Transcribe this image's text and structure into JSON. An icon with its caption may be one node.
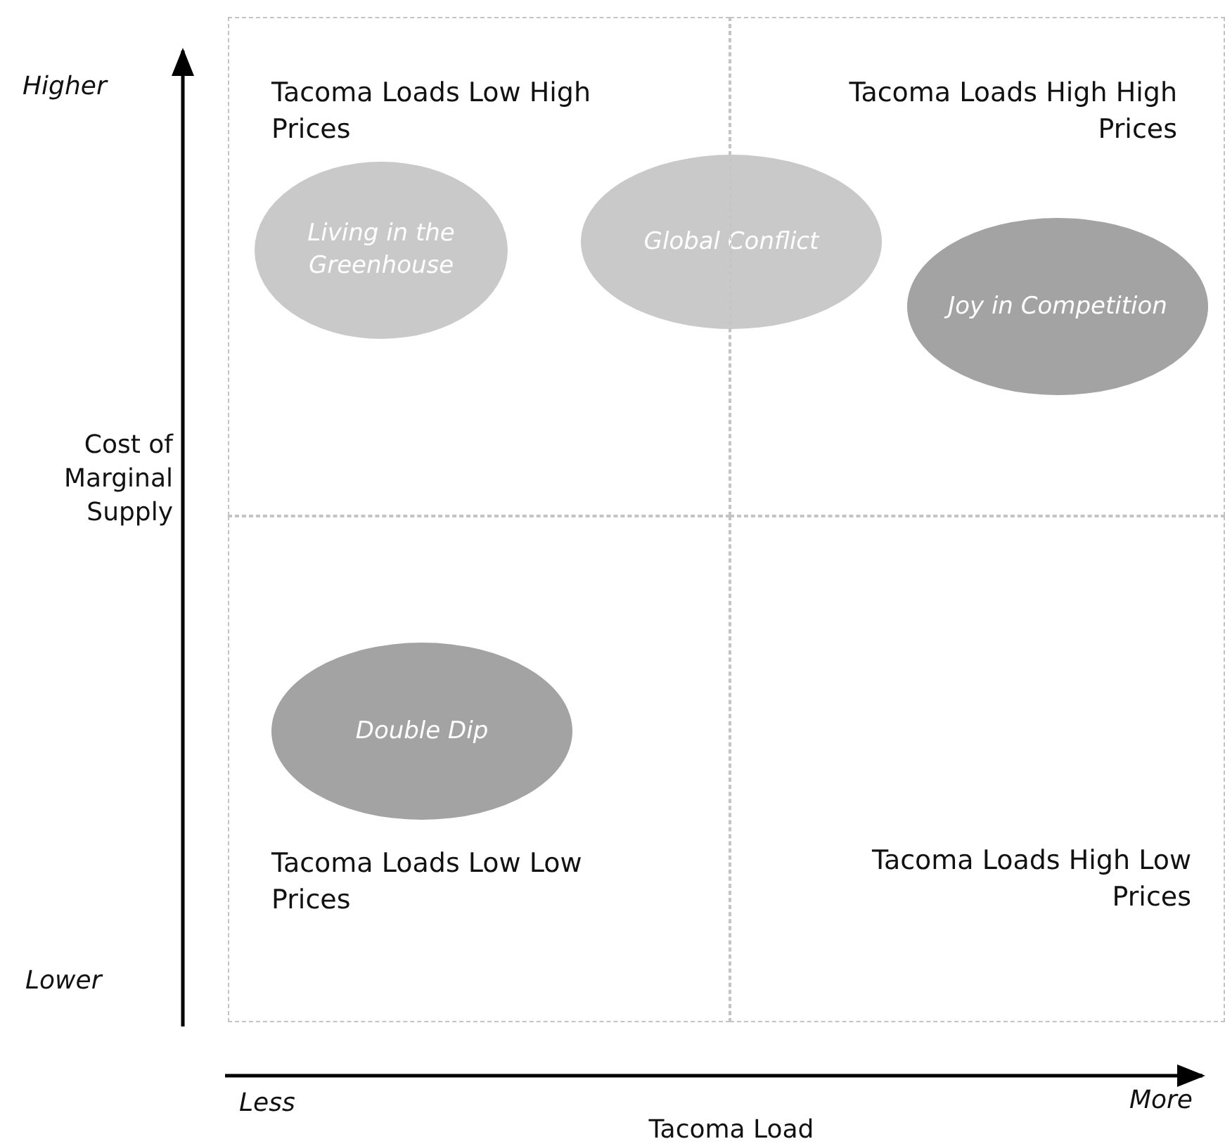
{
  "diagram": {
    "nodes": [
      {
        "text": [
          "Tacoma Loads Low High Prices"
        ]
      },
      {
        "text": [
          "Living in the Greenhouse"
        ],
        "in": 0
      },
      {
        "text": [
          "Global Conflict"
        ]
      },
      {
        "text": [
          "Tacoma Loads High High Prices"
        ]
      },
      {
        "text": [
          "Joy in Competition"
        ],
        "in": 3
      },
      {
        "text": [
          "Tacoma Loads Low Low Prices"
        ]
      },
      {
        "text": [
          "Double Dip"
        ],
        "in": 5
      },
      {
        "text": [
          "Tacoma Loads High Low Prices"
        ]
      }
    ],
    "labels": [
      "Higher",
      "Cost of Marginal Supply",
      "Lower",
      "Less",
      "More",
      "Tacoma Load"
    ]
  }
}
